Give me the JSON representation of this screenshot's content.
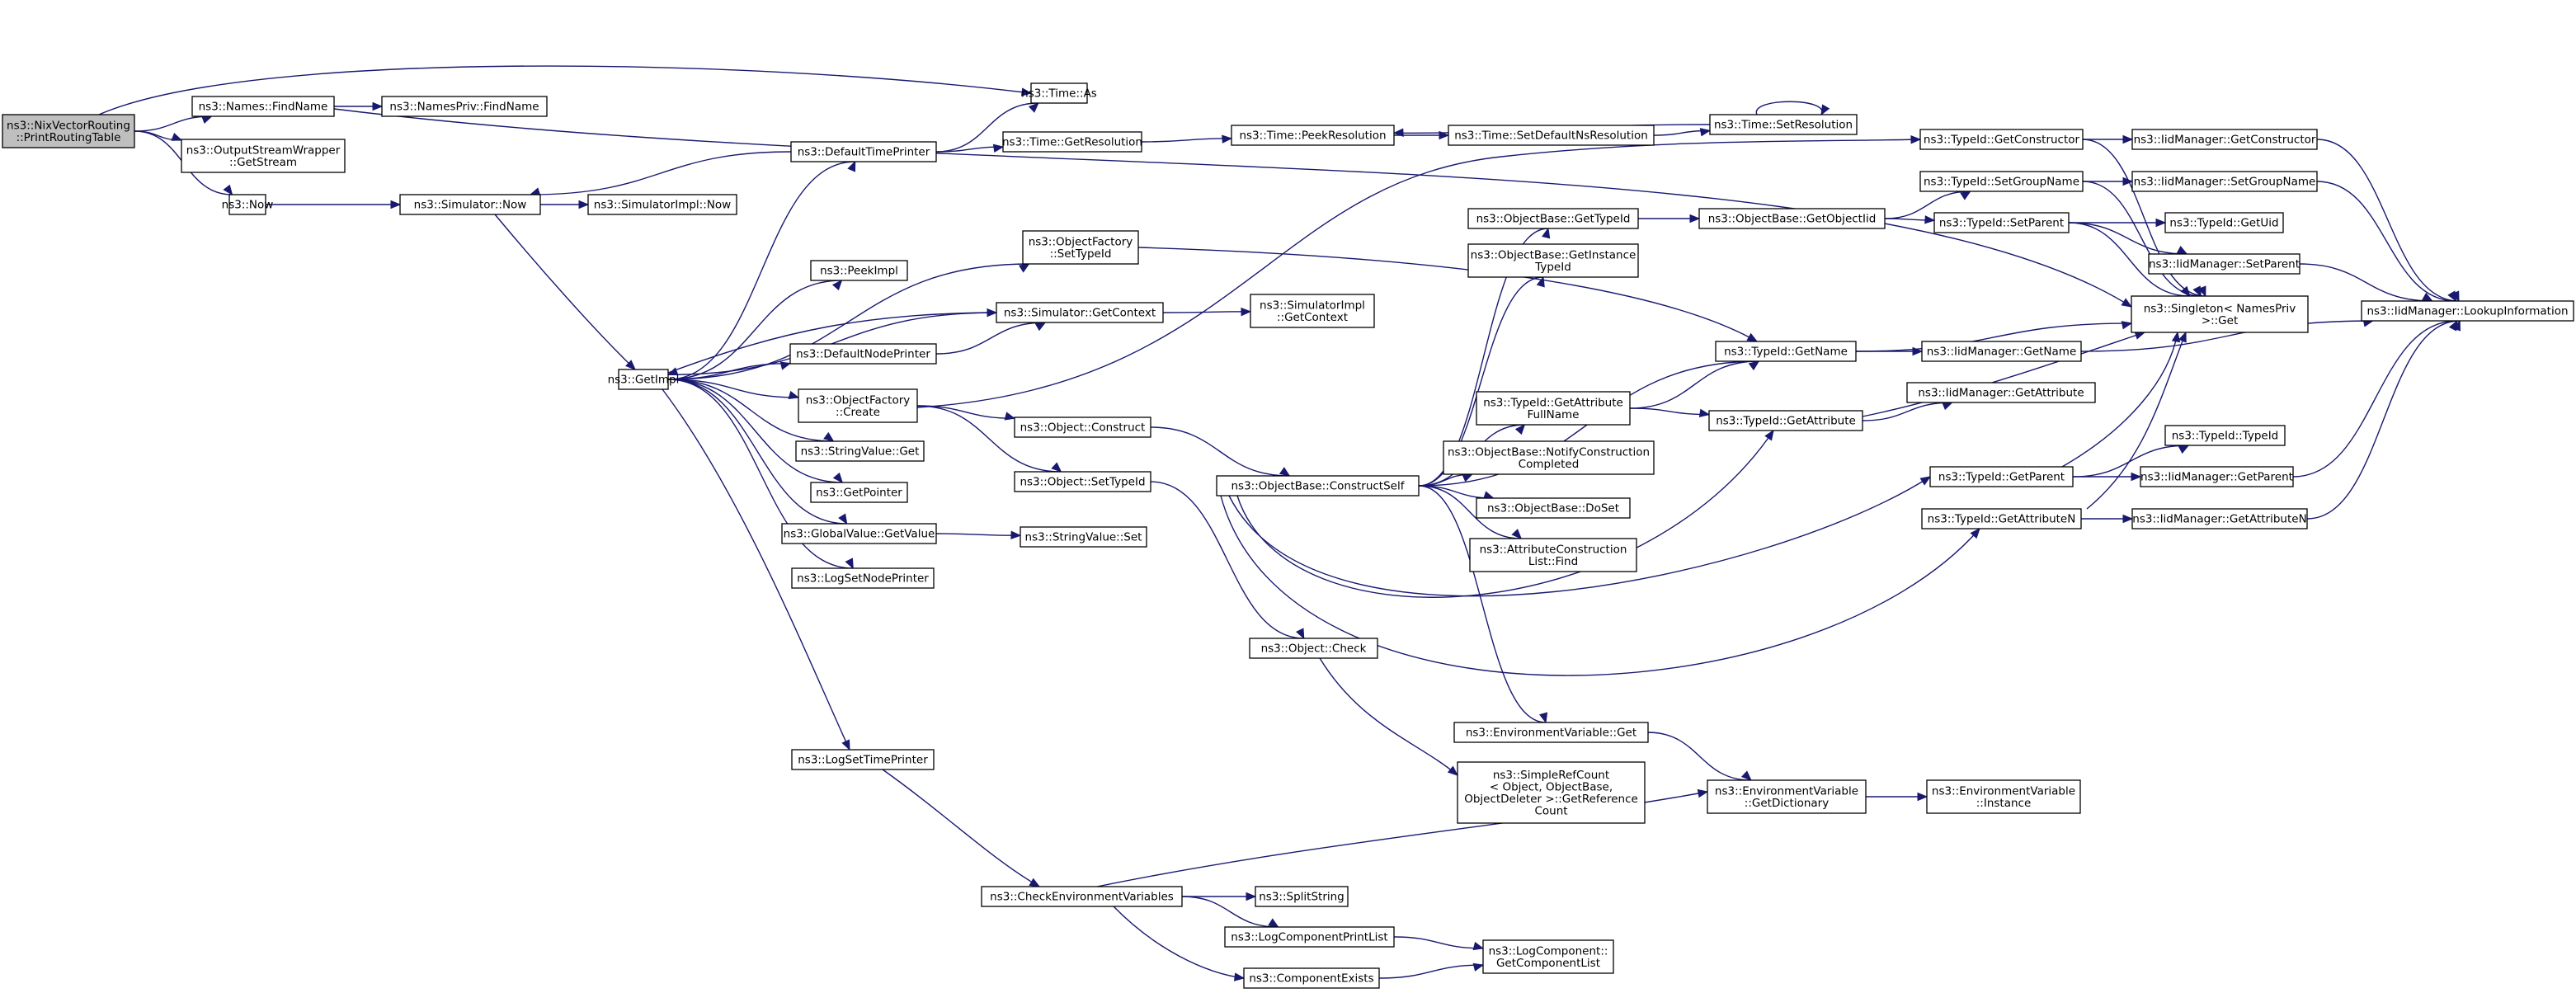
{
  "colors": {
    "edge": "#191970",
    "node_border": "#000000",
    "root_fill": "#bfbfbf",
    "node_fill": "#ffffff"
  },
  "nodes": [
    {
      "id": "n0",
      "lines": [
        "ns3::NixVectorRouting",
        "::PrintRoutingTable"
      ],
      "root": true
    },
    {
      "id": "n1",
      "lines": [
        "ns3::Names::FindName"
      ]
    },
    {
      "id": "n2",
      "lines": [
        "ns3::NamesPriv::FindName"
      ]
    },
    {
      "id": "n3",
      "lines": [
        "ns3::OutputStreamWrapper",
        "::GetStream"
      ]
    },
    {
      "id": "n4",
      "lines": [
        "ns3::Now"
      ]
    },
    {
      "id": "n5",
      "lines": [
        "ns3::Simulator::Now"
      ]
    },
    {
      "id": "n6",
      "lines": [
        "ns3::SimulatorImpl::Now"
      ]
    },
    {
      "id": "n7",
      "lines": [
        "ns3::Time::As"
      ]
    },
    {
      "id": "n8",
      "lines": [
        "ns3::DefaultTimePrinter"
      ]
    },
    {
      "id": "n9",
      "lines": [
        "ns3::Time::GetResolution"
      ]
    },
    {
      "id": "n10",
      "lines": [
        "ns3::Time::PeekResolution"
      ]
    },
    {
      "id": "n11",
      "lines": [
        "ns3::Time::SetDefaultNsResolution"
      ]
    },
    {
      "id": "n12",
      "lines": [
        "ns3::Time::SetResolution"
      ]
    },
    {
      "id": "n13",
      "lines": [
        "ns3::GetImpl"
      ]
    },
    {
      "id": "n14",
      "lines": [
        "ns3::ObjectFactory",
        "::SetTypeId"
      ]
    },
    {
      "id": "n15",
      "lines": [
        "ns3::PeekImpl"
      ]
    },
    {
      "id": "n16",
      "lines": [
        "ns3::Simulator::GetContext"
      ]
    },
    {
      "id": "n17",
      "lines": [
        "ns3::SimulatorImpl",
        "::GetContext"
      ]
    },
    {
      "id": "n18",
      "lines": [
        "ns3::DefaultNodePrinter"
      ]
    },
    {
      "id": "n19",
      "lines": [
        "ns3::ObjectFactory",
        "::Create"
      ]
    },
    {
      "id": "n20",
      "lines": [
        "ns3::StringValue::Get"
      ]
    },
    {
      "id": "n21",
      "lines": [
        "ns3::GetPointer"
      ]
    },
    {
      "id": "n22",
      "lines": [
        "ns3::GlobalValue::GetValue"
      ]
    },
    {
      "id": "n23",
      "lines": [
        "ns3::StringValue::Set"
      ]
    },
    {
      "id": "n24",
      "lines": [
        "ns3::LogSetNodePrinter"
      ]
    },
    {
      "id": "n25",
      "lines": [
        "ns3::LogSetTimePrinter"
      ]
    },
    {
      "id": "n26",
      "lines": [
        "ns3::Object::Construct"
      ]
    },
    {
      "id": "n27",
      "lines": [
        "ns3::Object::SetTypeId"
      ]
    },
    {
      "id": "n28",
      "lines": [
        "ns3::ObjectBase::ConstructSelf"
      ]
    },
    {
      "id": "n29",
      "lines": [
        "ns3::Object::Check"
      ]
    },
    {
      "id": "n30",
      "lines": [
        "ns3::ObjectBase::GetTypeId"
      ]
    },
    {
      "id": "n31",
      "lines": [
        "ns3::ObjectBase::GetObjectIid"
      ]
    },
    {
      "id": "n32",
      "lines": [
        "ns3::ObjectBase::GetInstance",
        "TypeId"
      ]
    },
    {
      "id": "n33",
      "lines": [
        "ns3::TypeId::GetName"
      ]
    },
    {
      "id": "n34",
      "lines": [
        "ns3::TypeId::GetAttribute",
        "FullName"
      ]
    },
    {
      "id": "n35",
      "lines": [
        "ns3::TypeId::GetAttribute"
      ]
    },
    {
      "id": "n36",
      "lines": [
        "ns3::ObjectBase::NotifyConstruction",
        "Completed"
      ]
    },
    {
      "id": "n37",
      "lines": [
        "ns3::ObjectBase::DoSet"
      ]
    },
    {
      "id": "n38",
      "lines": [
        "ns3::AttributeConstruction",
        "List::Find"
      ]
    },
    {
      "id": "n39",
      "lines": [
        "ns3::EnvironmentVariable::Get"
      ]
    },
    {
      "id": "n40",
      "lines": [
        "ns3::SimpleRefCount",
        "< Object, ObjectBase,",
        "ObjectDeleter >::GetReference",
        "Count"
      ]
    },
    {
      "id": "n41",
      "lines": [
        "ns3::EnvironmentVariable",
        "::GetDictionary"
      ]
    },
    {
      "id": "n42",
      "lines": [
        "ns3::EnvironmentVariable",
        "::Instance"
      ]
    },
    {
      "id": "n43",
      "lines": [
        "ns3::CheckEnvironmentVariables"
      ]
    },
    {
      "id": "n44",
      "lines": [
        "ns3::SplitString"
      ]
    },
    {
      "id": "n45",
      "lines": [
        "ns3::LogComponentPrintList"
      ]
    },
    {
      "id": "n46",
      "lines": [
        "ns3::ComponentExists"
      ]
    },
    {
      "id": "n47",
      "lines": [
        "ns3::LogComponent::",
        "GetComponentList"
      ]
    },
    {
      "id": "n48",
      "lines": [
        "ns3::TypeId::GetConstructor"
      ]
    },
    {
      "id": "n49",
      "lines": [
        "ns3::TypeId::SetGroupName"
      ]
    },
    {
      "id": "n50",
      "lines": [
        "ns3::TypeId::SetParent"
      ]
    },
    {
      "id": "n51",
      "lines": [
        "ns3::TypeId::GetParent"
      ]
    },
    {
      "id": "n52",
      "lines": [
        "ns3::TypeId::GetAttributeN"
      ]
    },
    {
      "id": "n53",
      "lines": [
        "ns3::IidManager::GetConstructor"
      ]
    },
    {
      "id": "n54",
      "lines": [
        "ns3::IidManager::SetGroupName"
      ]
    },
    {
      "id": "n55",
      "lines": [
        "ns3::TypeId::GetUid"
      ]
    },
    {
      "id": "n56",
      "lines": [
        "ns3::IidManager::SetParent"
      ]
    },
    {
      "id": "n57",
      "lines": [
        "ns3::Singleton< NamesPriv",
        ">::Get"
      ]
    },
    {
      "id": "n58",
      "lines": [
        "ns3::IidManager::GetName"
      ]
    },
    {
      "id": "n59",
      "lines": [
        "ns3::IidManager::GetAttribute"
      ]
    },
    {
      "id": "n60",
      "lines": [
        "ns3::TypeId::TypeId"
      ]
    },
    {
      "id": "n61",
      "lines": [
        "ns3::IidManager::GetParent"
      ]
    },
    {
      "id": "n62",
      "lines": [
        "ns3::IidManager::GetAttributeN"
      ]
    },
    {
      "id": "n63",
      "lines": [
        "ns3::IidManager::LookupInformation"
      ]
    }
  ],
  "edges": [
    [
      "n0",
      "n1"
    ],
    [
      "n0",
      "n7"
    ],
    [
      "n0",
      "n3"
    ],
    [
      "n0",
      "n4"
    ],
    [
      "n1",
      "n2"
    ],
    [
      "n1",
      "n57"
    ],
    [
      "n4",
      "n5"
    ],
    [
      "n5",
      "n6"
    ],
    [
      "n5",
      "n13"
    ],
    [
      "n8",
      "n7"
    ],
    [
      "n8",
      "n9"
    ],
    [
      "n8",
      "n5"
    ],
    [
      "n9",
      "n10"
    ],
    [
      "n10",
      "n11"
    ],
    [
      "n11",
      "n12"
    ],
    [
      "n12",
      "n10"
    ],
    [
      "n12",
      "n12"
    ],
    [
      "n13",
      "n8"
    ],
    [
      "n13",
      "n14"
    ],
    [
      "n13",
      "n15"
    ],
    [
      "n13",
      "n16"
    ],
    [
      "n13",
      "n18"
    ],
    [
      "n13",
      "n19"
    ],
    [
      "n13",
      "n20"
    ],
    [
      "n13",
      "n21"
    ],
    [
      "n13",
      "n22"
    ],
    [
      "n13",
      "n24"
    ],
    [
      "n13",
      "n25"
    ],
    [
      "n14",
      "n33"
    ],
    [
      "n16",
      "n17"
    ],
    [
      "n16",
      "n13"
    ],
    [
      "n18",
      "n16"
    ],
    [
      "n19",
      "n26"
    ],
    [
      "n19",
      "n27"
    ],
    [
      "n19",
      "n48"
    ],
    [
      "n22",
      "n23"
    ],
    [
      "n25",
      "n43"
    ],
    [
      "n26",
      "n28"
    ],
    [
      "n27",
      "n29"
    ],
    [
      "n29",
      "n40"
    ],
    [
      "n28",
      "n30"
    ],
    [
      "n28",
      "n32"
    ],
    [
      "n28",
      "n33"
    ],
    [
      "n28",
      "n34"
    ],
    [
      "n28",
      "n35"
    ],
    [
      "n28",
      "n36"
    ],
    [
      "n28",
      "n37"
    ],
    [
      "n28",
      "n38"
    ],
    [
      "n28",
      "n39"
    ],
    [
      "n28",
      "n51"
    ],
    [
      "n28",
      "n52"
    ],
    [
      "n30",
      "n31"
    ],
    [
      "n31",
      "n49"
    ],
    [
      "n31",
      "n50"
    ],
    [
      "n33",
      "n57"
    ],
    [
      "n33",
      "n58"
    ],
    [
      "n34",
      "n33"
    ],
    [
      "n34",
      "n35"
    ],
    [
      "n35",
      "n57"
    ],
    [
      "n35",
      "n59"
    ],
    [
      "n39",
      "n41"
    ],
    [
      "n41",
      "n42"
    ],
    [
      "n43",
      "n41"
    ],
    [
      "n43",
      "n44"
    ],
    [
      "n43",
      "n45"
    ],
    [
      "n43",
      "n46"
    ],
    [
      "n45",
      "n47"
    ],
    [
      "n46",
      "n47"
    ],
    [
      "n48",
      "n53"
    ],
    [
      "n48",
      "n57"
    ],
    [
      "n49",
      "n54"
    ],
    [
      "n49",
      "n57"
    ],
    [
      "n50",
      "n55"
    ],
    [
      "n50",
      "n56"
    ],
    [
      "n50",
      "n57"
    ],
    [
      "n51",
      "n60"
    ],
    [
      "n51",
      "n61"
    ],
    [
      "n51",
      "n57"
    ],
    [
      "n52",
      "n62"
    ],
    [
      "n52",
      "n57"
    ],
    [
      "n53",
      "n63"
    ],
    [
      "n54",
      "n63"
    ],
    [
      "n56",
      "n63"
    ],
    [
      "n58",
      "n63"
    ],
    [
      "n61",
      "n63"
    ],
    [
      "n62",
      "n63"
    ]
  ]
}
